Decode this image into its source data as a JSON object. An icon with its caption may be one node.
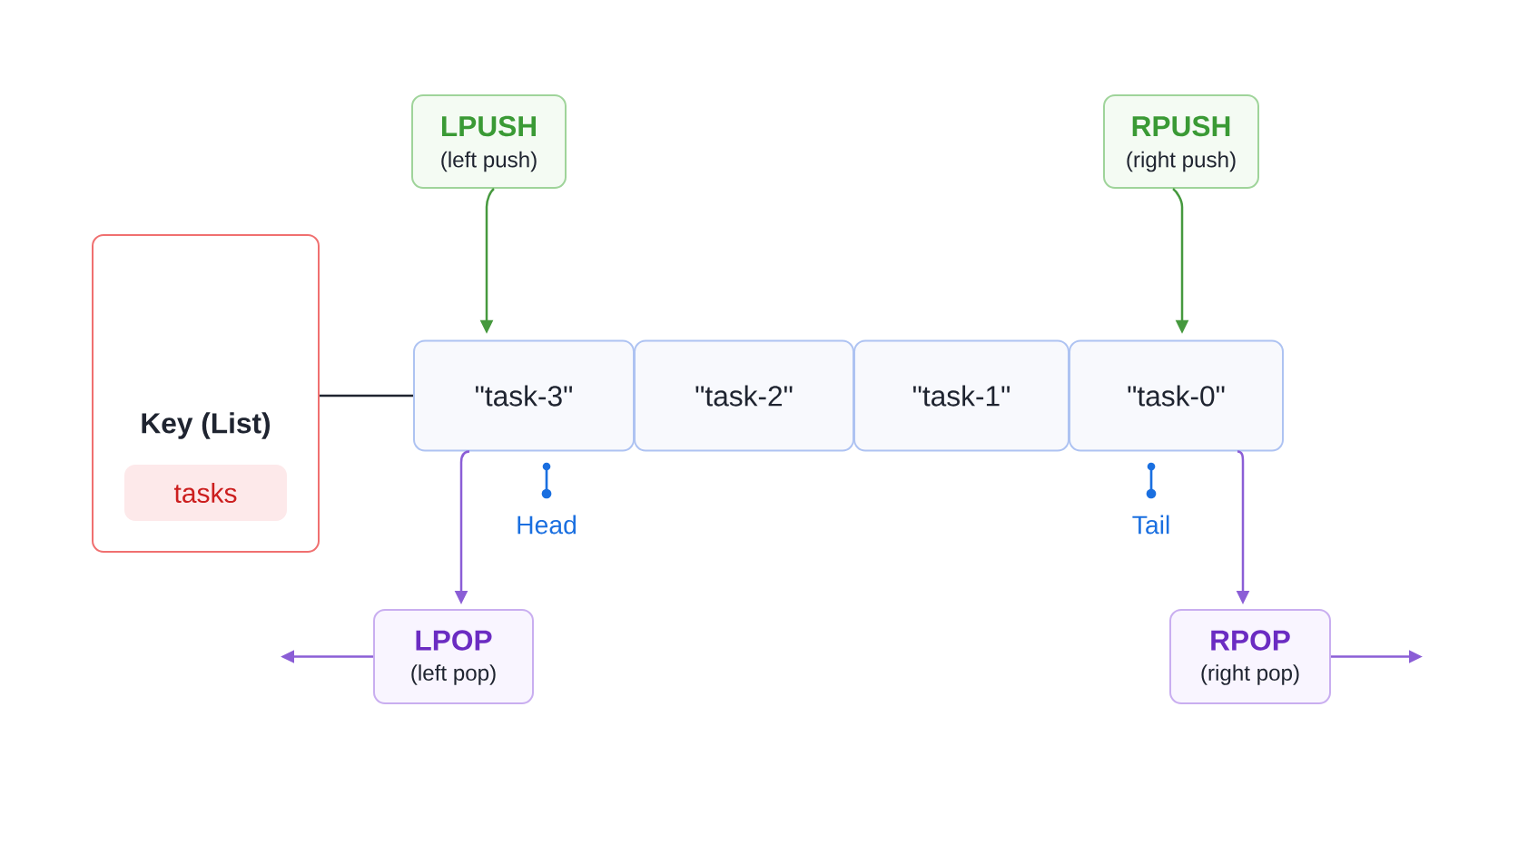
{
  "diagram": {
    "nodes": [
      {
        "text": [
          "LPUSH",
          "(left push)"
        ]
      },
      {
        "text": [
          "RPUSH",
          "(right push)"
        ]
      },
      {
        "text": [
          "Key (List)"
        ]
      },
      {
        "text": [
          "tasks"
        ],
        "in": 2
      },
      {
        "text": [
          "\"task-3\""
        ]
      },
      {
        "text": [
          "\"task-2\""
        ]
      },
      {
        "text": [
          "\"task-1\""
        ]
      },
      {
        "text": [
          "\"task-0\""
        ]
      },
      {
        "text": [
          "LPOP",
          "(left pop)"
        ]
      },
      {
        "text": [
          "RPOP",
          "(right pop)"
        ]
      }
    ],
    "edges": [
      {
        "from": 0,
        "to": 4,
        "arrow": "to",
        "color": "#46993e"
      },
      {
        "from": 1,
        "to": 7,
        "arrow": "to",
        "color": "#46993e"
      },
      {
        "from": 2,
        "to": 4,
        "arrow": "none",
        "color": "#1f2430"
      },
      {
        "from": 4,
        "to": 8,
        "arrow": "to"
      },
      {
        "from": 7,
        "to": 9,
        "arrow": "to"
      },
      {
        "from": 8,
        "to": null,
        "arrow": "to"
      },
      {
        "from": 9,
        "to": null,
        "arrow": "to"
      }
    ],
    "labels": [
      "Head",
      "Tail"
    ]
  }
}
